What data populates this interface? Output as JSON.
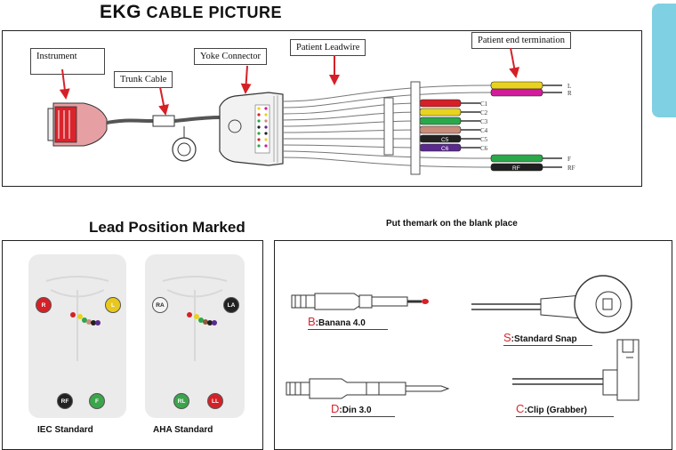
{
  "header": {
    "title_big": "EKG",
    "title_rest": "CABLE PICTURE"
  },
  "cable_diagram": {
    "labels": {
      "instrument": "Instrument",
      "trunk_cable": "Trunk Cable",
      "yoke_connector": "Yoke Connector",
      "patient_leadwire": "Patient Leadwire",
      "patient_end_termination": "Patient end termination"
    },
    "leads": [
      {
        "name": "L",
        "color": "#e9d21e",
        "tip": ""
      },
      {
        "name": "R",
        "color": "#d11c9c",
        "tip": ""
      },
      {
        "name": "C1",
        "color": "#d62027",
        "tip": ""
      },
      {
        "name": "C2",
        "color": "#e8d41e",
        "tip": ""
      },
      {
        "name": "C3",
        "color": "#2aa84a",
        "tip": ""
      },
      {
        "name": "C4",
        "color": "#c98d7c",
        "tip": ""
      },
      {
        "name": "C5",
        "color": "#202020",
        "tip": "C5"
      },
      {
        "name": "C6",
        "color": "#5b2a8c",
        "tip": "C6"
      },
      {
        "name": "F",
        "color": "#2aa84a",
        "tip": ""
      },
      {
        "name": "RF",
        "color": "#202020",
        "tip": "RF"
      }
    ]
  },
  "lead_position": {
    "title": "Lead Position Marked",
    "iec": {
      "caption": "IEC Standard",
      "electrodes": [
        {
          "label": "R",
          "color": "#d62027"
        },
        {
          "label": "L",
          "color": "#e8c81e"
        },
        {
          "label": "RF",
          "color": "#222222"
        },
        {
          "label": "F",
          "color": "#3aa54a"
        }
      ]
    },
    "aha": {
      "caption": "AHA Standard",
      "electrodes": [
        {
          "label": "RA",
          "color": "#f4f4f4"
        },
        {
          "label": "LA",
          "color": "#222222"
        },
        {
          "label": "RL",
          "color": "#3aa54a"
        },
        {
          "label": "LL",
          "color": "#d62027"
        }
      ]
    }
  },
  "connector_types": {
    "title": "Put themark on the blank place",
    "items": [
      {
        "letter": "B",
        "rest": ":Banana 4.0"
      },
      {
        "letter": "S",
        "rest": ":Standard Snap"
      },
      {
        "letter": "D",
        "rest": ":Din 3.0"
      },
      {
        "letter": "C",
        "rest": ":Clip (Grabber)"
      }
    ]
  }
}
